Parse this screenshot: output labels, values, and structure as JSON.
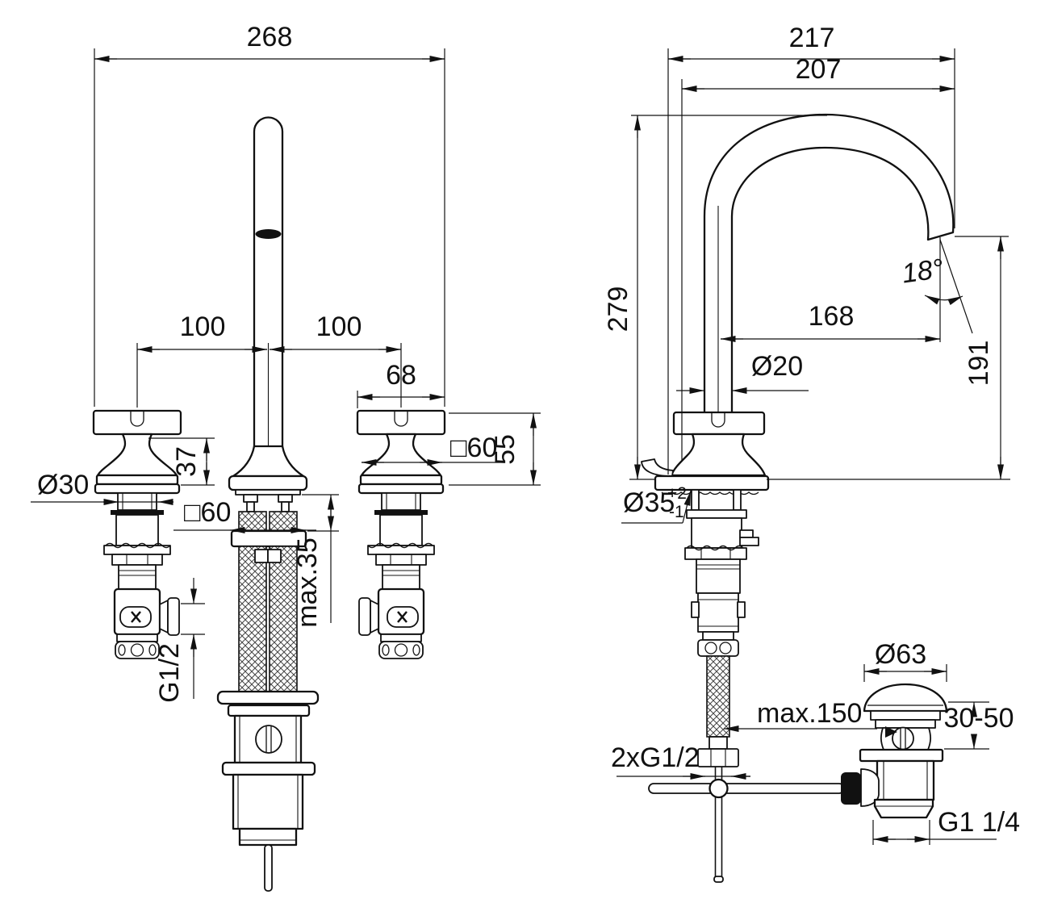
{
  "front_view": {
    "overall_width": "268",
    "hole_spacing_left": "100",
    "hole_spacing_right": "100",
    "handle_width": "68",
    "handle_cone_height": "37",
    "handle_square": "□60",
    "handle_height": "55",
    "shank_diameter": "Ø30",
    "base_square": "□60",
    "deck_thickness": "max.35",
    "inlet_thread": "G1/2"
  },
  "side_view": {
    "overall_depth": "217",
    "spout_depth": "207",
    "spout_height": "279",
    "outlet_angle": "18°",
    "spout_reach": "168",
    "outlet_height": "191",
    "spout_tube_diameter": "Ø20",
    "hole_diameter": "Ø35",
    "hole_tol_plus": "+2",
    "hole_tol_minus": "-1",
    "supply_threads": "2xG1/2",
    "hose_reach": "max.150",
    "waste_flange_diameter": "Ø63",
    "clamping_range": "30-50",
    "waste_thread": "G1 1/4"
  },
  "style": {
    "ink": "#111111",
    "background": "#ffffff"
  }
}
